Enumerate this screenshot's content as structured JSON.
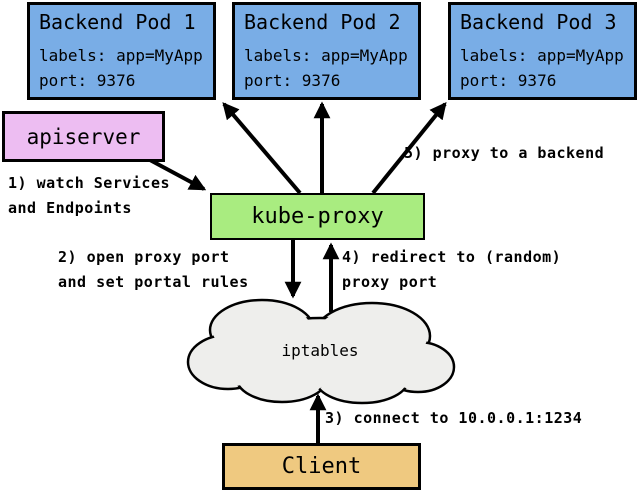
{
  "colors": {
    "background": "#FFFFFF",
    "pod_fill": "#79ADE6",
    "apiserver_fill": "#EDBDF2",
    "kube_proxy_fill": "#A9EC80",
    "client_fill": "#EFC980",
    "cloud_fill": "#EEEEEC",
    "line": "#000000"
  },
  "pods": [
    {
      "title": "Backend Pod 1",
      "labels_line": "labels: app=MyApp",
      "port_line": "port: 9376"
    },
    {
      "title": "Backend Pod 2",
      "labels_line": "labels: app=MyApp",
      "port_line": "port: 9376"
    },
    {
      "title": "Backend Pod 3",
      "labels_line": "labels: app=MyApp",
      "port_line": "port: 9376"
    }
  ],
  "apiserver": {
    "label": "apiserver"
  },
  "kube_proxy": {
    "label": "kube-proxy"
  },
  "cloud": {
    "label": "iptables"
  },
  "client": {
    "label": "Client"
  },
  "steps": {
    "step1": "1) watch Services\nand Endpoints",
    "step2": "2) open proxy port\nand set portal rules",
    "step3": "3) connect to 10.0.0.1:1234",
    "step4": "4) redirect to (random)\nproxy port",
    "step5": "5) proxy to a backend"
  }
}
